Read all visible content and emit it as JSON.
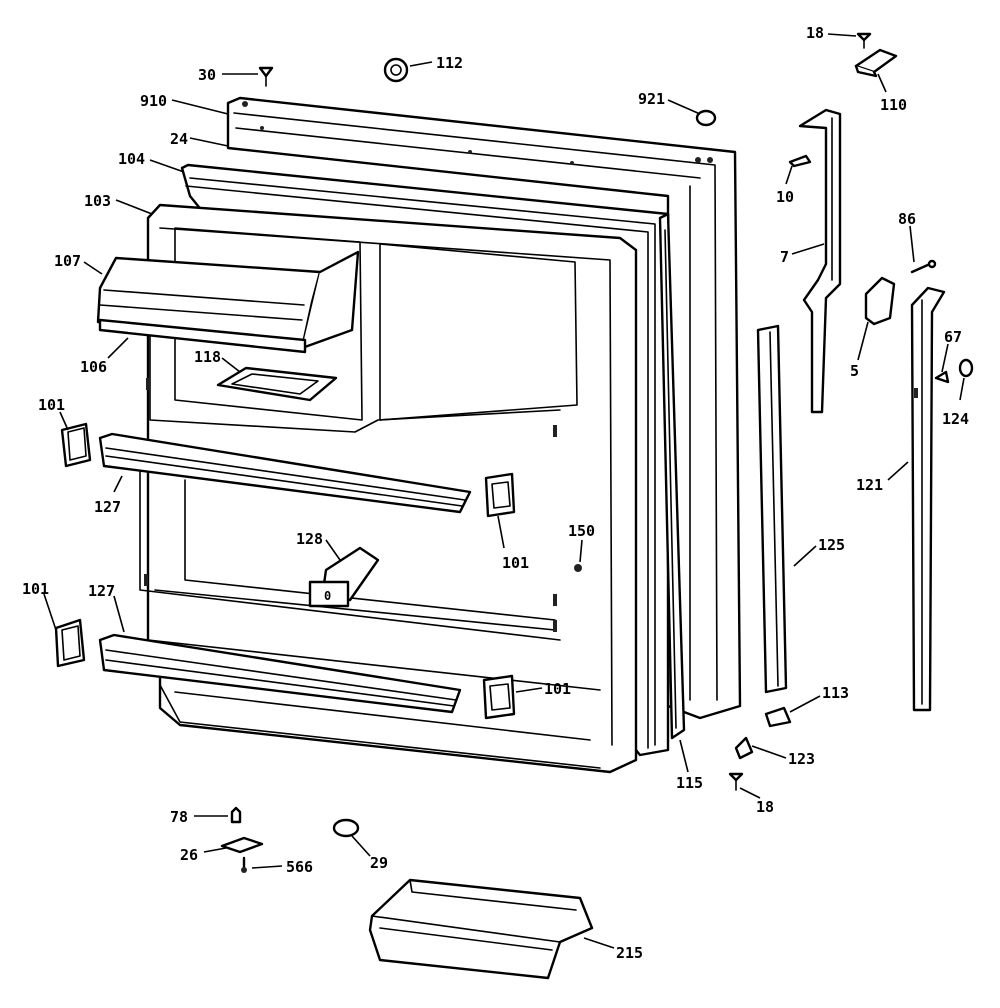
{
  "diagram": {
    "callouts": {
      "c30": "30",
      "c112": "112",
      "c18a": "18",
      "c110": "110",
      "c910": "910",
      "c921": "921",
      "c24": "24",
      "c104": "104",
      "c10": "10",
      "c103": "103",
      "c86": "86",
      "c7": "7",
      "c107": "107",
      "c5": "5",
      "c67": "67",
      "c106": "106",
      "c118": "118",
      "c124": "124",
      "c101a": "101",
      "c121": "121",
      "c127a": "127",
      "c101b": "101",
      "c150": "150",
      "c128": "128",
      "c125": "125",
      "c101c": "101",
      "c127b": "127",
      "c101d": "101",
      "c113": "113",
      "c123": "123",
      "c115": "115",
      "c18b": "18",
      "c78": "78",
      "c26": "26",
      "c566": "566",
      "c29": "29",
      "c215": "215"
    }
  }
}
